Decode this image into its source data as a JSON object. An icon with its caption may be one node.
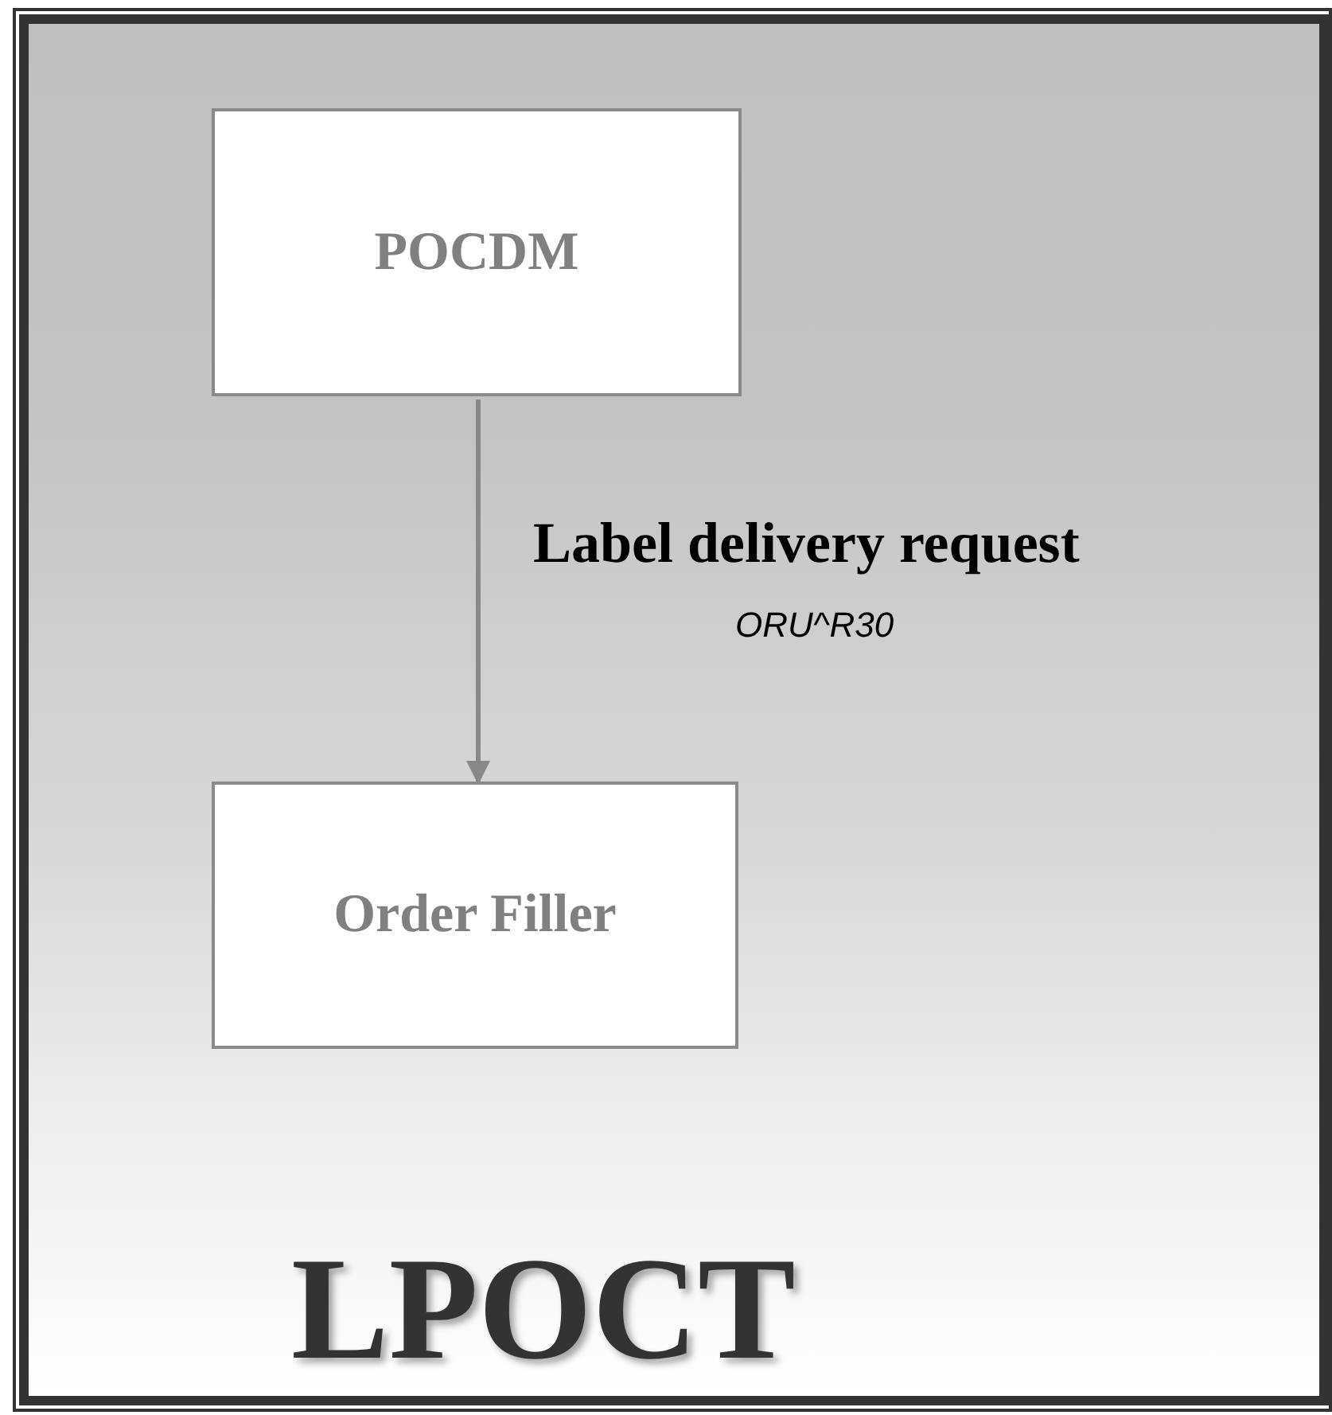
{
  "diagram": {
    "nodes": [
      {
        "text": [
          "LPOCT"
        ]
      },
      {
        "text": [
          "POCDM"
        ],
        "in": 0
      },
      {
        "text": [
          "Order Filler"
        ],
        "in": 0
      }
    ],
    "edges": [
      {
        "from": 1,
        "to": 2,
        "arrow": "to",
        "label": "Label delivery request"
      }
    ],
    "labels": [
      "ORU^R30"
    ]
  }
}
